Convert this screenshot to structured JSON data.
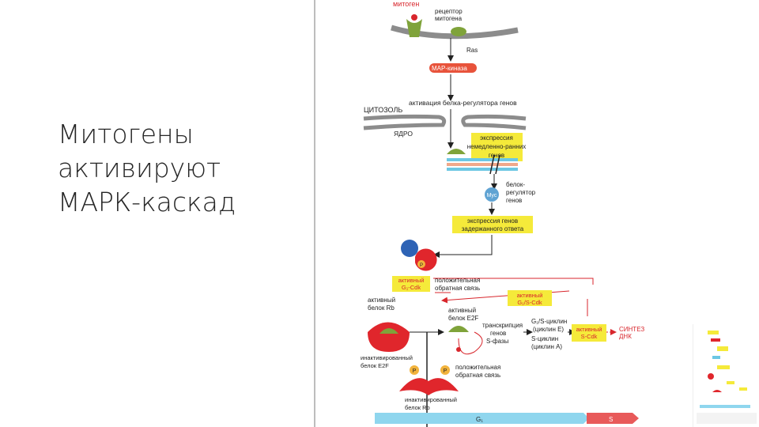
{
  "slide": {
    "title": "Митогены\nактивируют\nМАРК-каскад"
  },
  "diagram": {
    "mitogen": "митоген",
    "receptor_line1": "рецептор",
    "receptor_line2": "митогена",
    "ras": "Ras",
    "map_kinase": "МАР-киназа",
    "activation": "активация белка-регулятора генов",
    "cytosol": "ЦИТОЗОЛЬ",
    "nucleus": "ЯДРО",
    "early_genes": [
      "экспрессия",
      "немедленно-ранних",
      "генов"
    ],
    "myc": "Myc",
    "regulator": [
      "белок-",
      "регулятор",
      "генов"
    ],
    "delayed_genes": [
      "экспрессия генов",
      "задержанного ответа"
    ],
    "p": "P",
    "active_g1cdk": [
      "активный",
      "G₁-Cdk"
    ],
    "positive_feedback_1": [
      "положительная",
      "обратная связь"
    ],
    "active_g1scdk": [
      "активный",
      "G₁/S-Cdk"
    ],
    "active_rb": [
      "активный",
      "белок Rb"
    ],
    "active_e2f": [
      "активный",
      "белок E2F"
    ],
    "cyclin_g1s": [
      "G₁/S-циклин",
      "(циклин E)"
    ],
    "transcription": [
      "транскрипция",
      "генов",
      "S-фазы"
    ],
    "cyclin_s": [
      "S-циклин",
      "(циклин А)"
    ],
    "active_scdk": [
      "активный",
      "S-Cdk"
    ],
    "dna_synthesis": [
      "СИНТЕЗ",
      "ДНК"
    ],
    "inactive_e2f": [
      "инактивированный",
      "белок E2F"
    ],
    "positive_feedback_2": [
      "положительная",
      "обратная связь"
    ],
    "inactive_rb": [
      "инактивированный",
      "белок Rb"
    ],
    "phase_g1": "G₁",
    "phase_s": "S"
  },
  "colors": {
    "yellow_box": "#f5ea3a",
    "red": "#e0262c",
    "green": "#7a9a3a",
    "blue": "#5fa3d3",
    "cyan_bar": "#6cc7e3",
    "arrow_red": "#e85a5a"
  }
}
